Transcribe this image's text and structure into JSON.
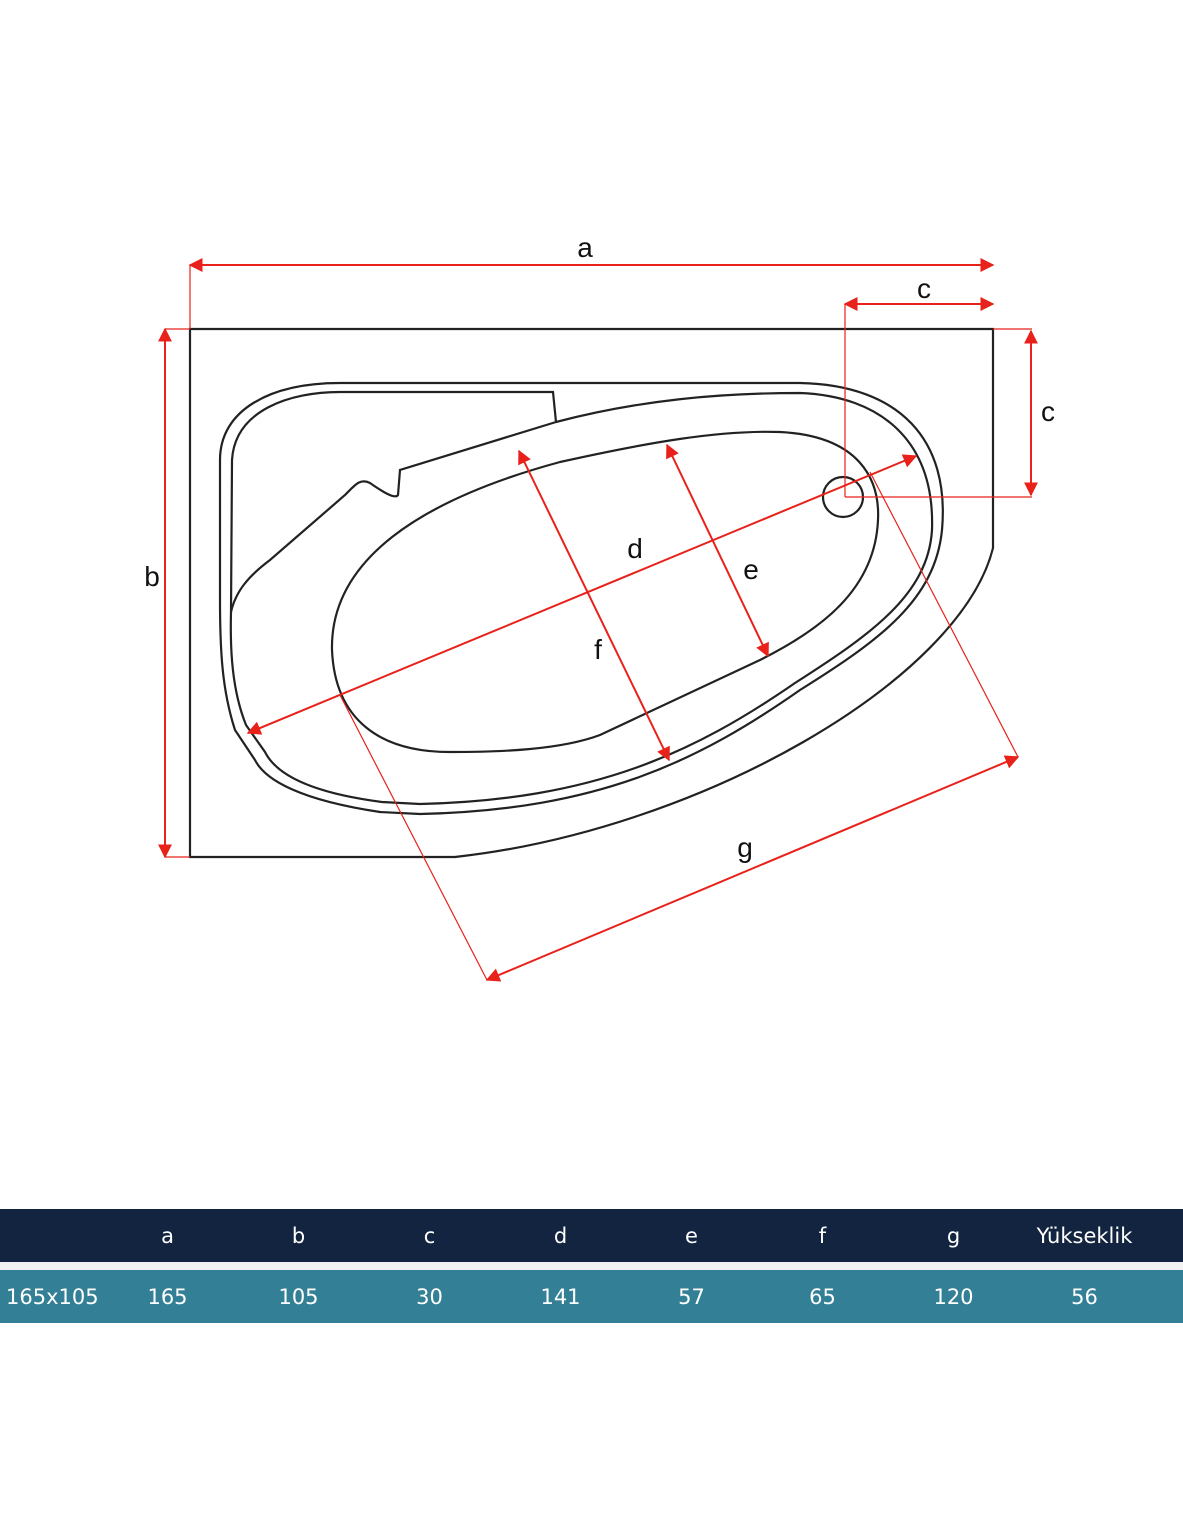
{
  "diagram": {
    "labels": {
      "a": "a",
      "b": "b",
      "c_top": "c",
      "c_side": "c",
      "d": "d",
      "e": "e",
      "f": "f",
      "g": "g"
    },
    "colors": {
      "outline": "#222222",
      "dimension": "#e8221b"
    }
  },
  "table": {
    "headers": [
      "",
      "a",
      "b",
      "c",
      "d",
      "e",
      "f",
      "g",
      "Yükseklik"
    ],
    "rows": [
      [
        "165x105",
        "165",
        "105",
        "30",
        "141",
        "57",
        "65",
        "120",
        "56"
      ]
    ],
    "colors": {
      "header_bg": "#12243f",
      "row_bg": "#338096"
    }
  }
}
